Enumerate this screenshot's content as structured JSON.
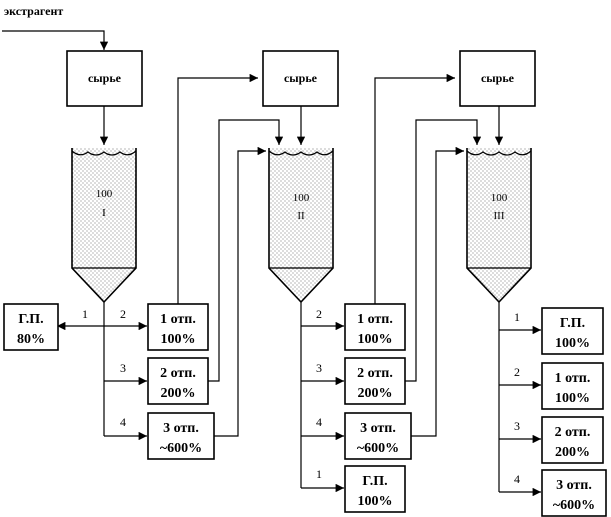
{
  "inlet_label": "экстрагент",
  "raw_label": "сырье",
  "columns": [
    {
      "load": "100",
      "roman": "I"
    },
    {
      "load": "100",
      "roman": "II"
    },
    {
      "load": "100",
      "roman": "III"
    }
  ],
  "stage1": {
    "branches": [
      {
        "num": "1",
        "line1": "Г.П.",
        "line2": "80%"
      },
      {
        "num": "2",
        "line1": "1 отп.",
        "line2": "100%"
      },
      {
        "num": "3",
        "line1": "2 отп.",
        "line2": "200%"
      },
      {
        "num": "4",
        "line1": "3 отп.",
        "line2": "~600%"
      }
    ]
  },
  "stage2": {
    "branches": [
      {
        "num": "2",
        "line1": "1 отп.",
        "line2": "100%"
      },
      {
        "num": "3",
        "line1": "2 отп.",
        "line2": "200%"
      },
      {
        "num": "4",
        "line1": "3 отп.",
        "line2": "~600%"
      },
      {
        "num": "1",
        "line1": "Г.П.",
        "line2": "100%"
      }
    ]
  },
  "stage3": {
    "branches": [
      {
        "num": "1",
        "line1": "Г.П.",
        "line2": "100%"
      },
      {
        "num": "2",
        "line1": "1 отп.",
        "line2": "100%"
      },
      {
        "num": "3",
        "line1": "2 отп.",
        "line2": "200%"
      },
      {
        "num": "4",
        "line1": "3 отп.",
        "line2": "~600%"
      }
    ]
  }
}
